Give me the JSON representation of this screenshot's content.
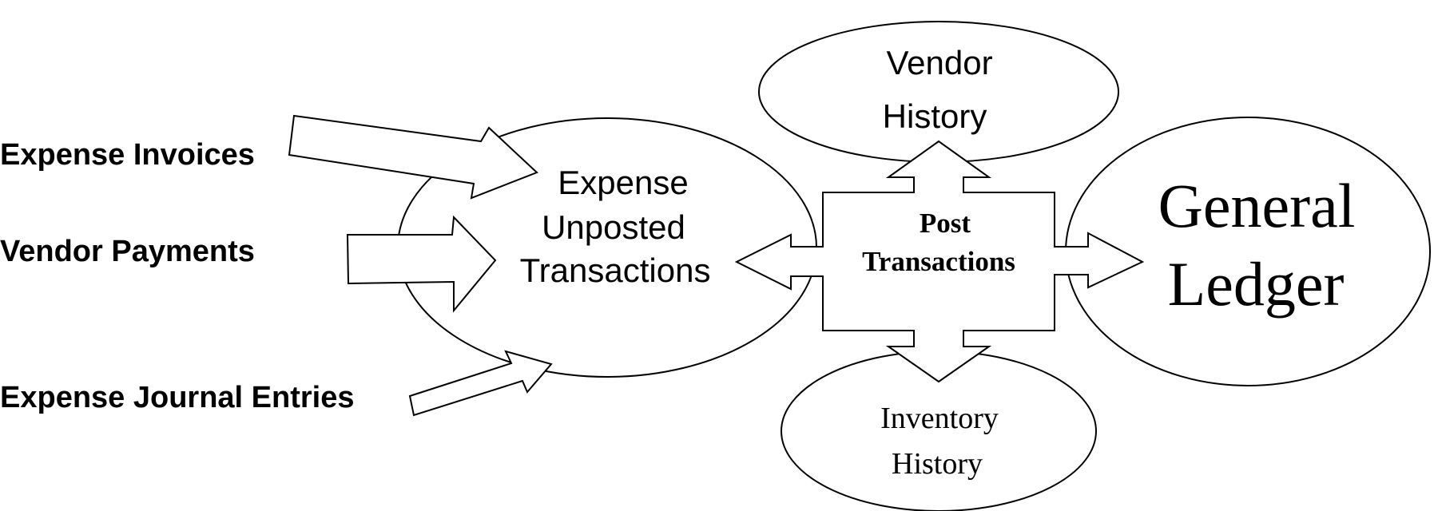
{
  "inputs": {
    "expense_invoices": "Expense Invoices",
    "vendor_payments": "Vendor Payments",
    "expense_journal_entries": "Expense Journal Entries"
  },
  "nodes": {
    "unposted": {
      "line1": "Expense",
      "line2": "Unposted",
      "line3": "Transactions"
    },
    "vendor_history": {
      "line1": "Vendor",
      "line2": "History"
    },
    "inventory_history": {
      "line1": "Inventory",
      "line2": "History"
    },
    "general_ledger": {
      "line1": "General",
      "line2": "Ledger"
    },
    "post": {
      "line1": "Post",
      "line2": "Transactions"
    }
  }
}
